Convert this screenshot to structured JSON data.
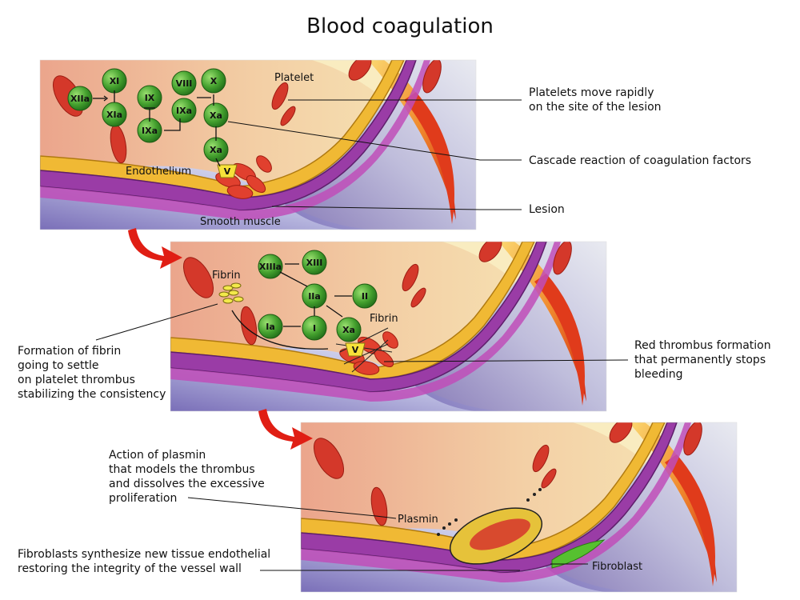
{
  "title": "Blood coagulation",
  "panel1": {
    "factors": [
      "XI",
      "XIIa",
      "XIa",
      "IX",
      "IXa",
      "VIII",
      "IXa",
      "X",
      "Xa",
      "Xa"
    ],
    "v_label": "V",
    "labels": {
      "platelet": "Platelet",
      "endothelium": "Endothelium",
      "smooth_muscle": "Smooth muscle"
    }
  },
  "panel2": {
    "factors": [
      "XIIIa",
      "XIII",
      "IIa",
      "II",
      "Ia",
      "I",
      "Xa"
    ],
    "v_label": "V",
    "labels": {
      "fibrin_left": "Fibrin",
      "fibrin_right": "Fibrin"
    }
  },
  "panel3": {
    "labels": {
      "plasmin": "Plasmin",
      "fibroblast": "Fibroblast"
    }
  },
  "callouts": {
    "platelets_move": [
      "Platelets move rapidly",
      "on the site of the lesion"
    ],
    "cascade": "Cascade reaction of coagulation factors",
    "lesion": "Lesion",
    "fibrin_formation": [
      "Formation of fibrin",
      "going to settle",
      "on platelet thrombus",
      "stabilizing the consistency"
    ],
    "red_thrombus": [
      "Red thrombus formation",
      "that permanently stops",
      "bleeding"
    ],
    "plasmin_action": [
      "Action of plasmin",
      "that models the thrombus",
      "and dissolves the excessive",
      "proliferation"
    ],
    "fibroblasts": [
      "Fibroblasts synthesize new tissue endothelial",
      "restoring the integrity of the vessel wall"
    ]
  },
  "colors": {
    "factor_green": "#3f9a2c",
    "rbc": "#d33a2a",
    "vessel_purple": "#8a3fa0",
    "wall_yellow": "#f2c032",
    "panel_bg": "#e9c2a6"
  }
}
